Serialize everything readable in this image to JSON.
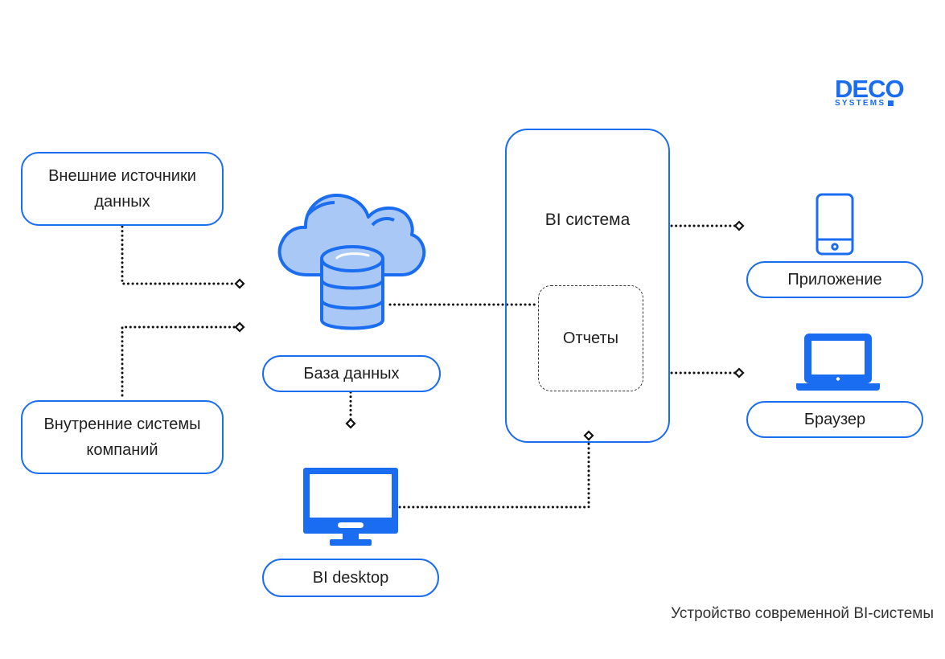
{
  "logo": {
    "main": "DECO",
    "sub": "SYSTEMS"
  },
  "nodes": {
    "external_sources": {
      "line1": "Внешние источники",
      "line2": "данных"
    },
    "internal_systems": {
      "line1": "Внутренние системы",
      "line2": "компаний"
    },
    "database": "База данных",
    "bi_system": "BI система",
    "reports": "Отчеты",
    "bi_desktop": "BI desktop",
    "app": "Приложение",
    "browser": "Браузер"
  },
  "caption": "Устройство современной BI-системы",
  "colors": {
    "primary": "#1a6cf0",
    "light": "#a9c8f5",
    "connector": "#111111"
  },
  "icons": [
    "cloud-database-icon",
    "desktop-monitor-icon",
    "smartphone-icon",
    "laptop-icon"
  ]
}
